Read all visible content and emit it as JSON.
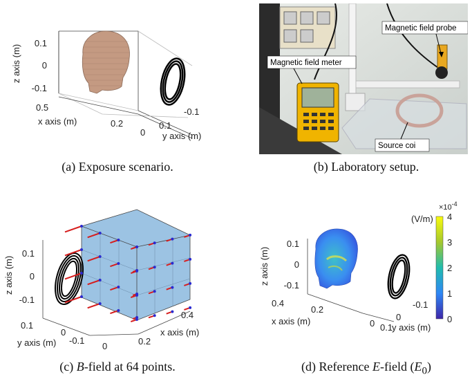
{
  "figure": {
    "panels": [
      {
        "id": "a",
        "caption": "(a) Exposure scenario.",
        "z_axis_label": "z axis (m)",
        "x_axis_label": "x axis (m)",
        "y_axis_label": "y axis (m)",
        "z_ticks": [
          "0.1",
          "0",
          "-0.1"
        ],
        "x_ticks": [
          "0.5",
          "0.2"
        ],
        "y_ticks": [
          "0",
          "0.1",
          "-0.1"
        ]
      },
      {
        "id": "b",
        "caption": "(b) Laboratory setup.",
        "labels": {
          "probe": "Magnetic field probe",
          "meter": "Magnetic field meter",
          "coil": "Source coi"
        }
      },
      {
        "id": "c",
        "caption_prefix": "(c) ",
        "caption_var": "B",
        "caption_suffix": "-field at 64 points.",
        "z_axis_label": "z axis (m)",
        "x_axis_label": "x axis (m)",
        "y_axis_label": "y axis (m)",
        "z_ticks": [
          "0.1",
          "0",
          "-0.1"
        ],
        "x_ticks": [
          "0.4",
          "0.2"
        ],
        "y_ticks": [
          "0.1",
          "0",
          "-0.1",
          "0"
        ]
      },
      {
        "id": "d",
        "caption_prefix": "(d) Reference ",
        "caption_var": "E",
        "caption_suffix": "-field (",
        "caption_sub_var": "E",
        "caption_sub": "0",
        "caption_end": ")",
        "z_axis_label": "z axis (m)",
        "x_axis_label": "x axis (m)",
        "y_axis_label": "y axis (m)",
        "z_ticks": [
          "0.1",
          "0",
          "-0.1"
        ],
        "x_ticks": [
          "0.4",
          "0.2",
          "0"
        ],
        "y_ticks": [
          "-0.1",
          "0",
          "0.1"
        ],
        "colorbar": {
          "unit": "(V/m)",
          "exponent_base": "×10",
          "exponent_power": "-4",
          "ticks": [
            "4",
            "3",
            "2",
            "1",
            "0"
          ]
        }
      }
    ]
  },
  "colors": {
    "head_tan": "#c49a82",
    "cube_fill": "#9cc3e3",
    "arrow_red": "#d61e1e",
    "point_blue": "#2a2ad0"
  }
}
